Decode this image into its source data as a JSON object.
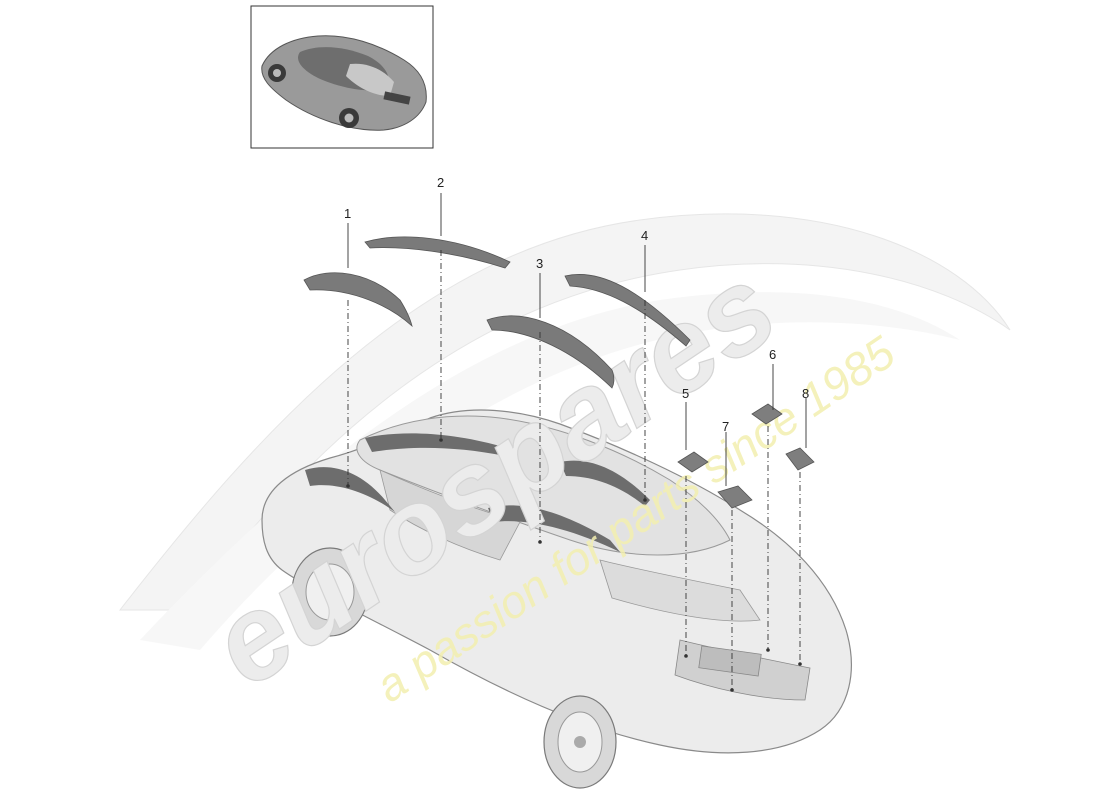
{
  "watermark": {
    "brand": "eurospares",
    "tagline": "a passion for parts since 1985"
  },
  "thumbnail": {
    "icon": "car-thumbnail-icon"
  },
  "callouts": [
    {
      "number": "1"
    },
    {
      "number": "2"
    },
    {
      "number": "3"
    },
    {
      "number": "4"
    },
    {
      "number": "5"
    },
    {
      "number": "6"
    },
    {
      "number": "7"
    },
    {
      "number": "8"
    }
  ]
}
